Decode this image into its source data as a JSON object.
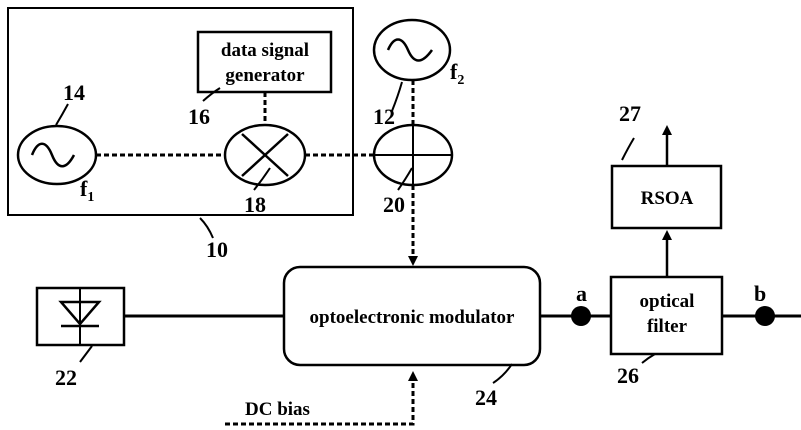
{
  "blocks": {
    "data_signal_generator": {
      "line1": "data signal",
      "line2": "generator"
    },
    "optoelectronic_modulator": "optoelectronic modulator",
    "optical_filter": {
      "line1": "optical",
      "line2": "filter"
    },
    "rsoa": "RSOA",
    "dc_bias": "DC bias"
  },
  "reference_numbers": {
    "n10": "10",
    "n12": "12",
    "n14": "14",
    "n16": "16",
    "n18": "18",
    "n20": "20",
    "n22": "22",
    "n24": "24",
    "n26": "26",
    "n27": "27"
  },
  "frequencies": {
    "f1": {
      "base": "f",
      "sub": "1"
    },
    "f2": {
      "base": "f",
      "sub": "2"
    }
  },
  "nodes": {
    "a": "a",
    "b": "b"
  },
  "colors": {
    "stroke": "#000000",
    "background": "#ffffff"
  }
}
